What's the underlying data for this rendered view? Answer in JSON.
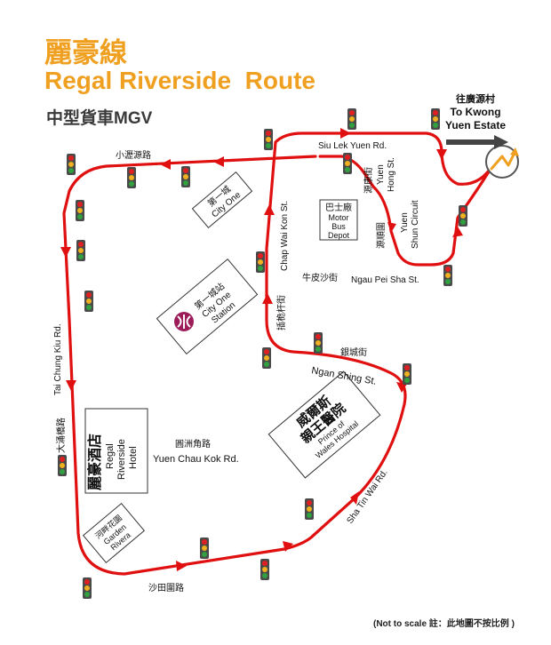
{
  "title": {
    "zh": "麗豪線",
    "en": "Regal Riverside  Route",
    "vehicle": "中型貨車MGV"
  },
  "colors": {
    "route": "#e01010",
    "title": "#f0a020",
    "mtr": "#9c1d5a"
  },
  "destination": {
    "zh": "往廣源村",
    "en1": "To Kwong",
    "en2": "Yuen Estate"
  },
  "roads": {
    "siu_lek_yuen_zh": "小瀝源路",
    "siu_lek_yuen_en": "Siu Lek Yuen Rd.",
    "tai_chung_kiu_en": "Tai Chung Kiu Rd.",
    "tai_chung_kiu_zh": "大涌橋路",
    "chap_wai_kon_en": "Chap Wai Kon St.",
    "chap_wai_kon_zh": "插桅杆街",
    "yuen_hong_zh": "源康街",
    "yuen_hong_en1": "Yuen",
    "yuen_hong_en2": "Hong St.",
    "yuen_shun_zh": "源順圍",
    "yuen_shun_en1": "Yuen",
    "yuen_shun_en2": "Shun Circuit",
    "ngau_pei_sha_zh": "牛皮沙街",
    "ngau_pei_sha_en": "Ngau Pei Sha St.",
    "ngan_shing_zh": "銀城街",
    "ngan_shing_en": "Ngan Shing St.",
    "yuen_chau_kok_zh": "圓洲角路",
    "yuen_chau_kok_en": "Yuen Chau Kok Rd.",
    "sha_tin_wai_en": "Sha Tin Wai Rd.",
    "sha_tin_wai_zh": "沙田圍路"
  },
  "places": {
    "city_one_zh": "第一城",
    "city_one_en": "City One",
    "station_zh": "第一城站",
    "station_en1": "City One",
    "station_en2": "Station",
    "depot_zh": "巴士廠",
    "depot_en1": "Motor",
    "depot_en2": "Bus",
    "depot_en3": "Depot",
    "hotel_zh": "麗豪酒店",
    "hotel_en1": "Regal",
    "hotel_en2": "Riverside",
    "hotel_en3": "Hotel",
    "garden_zh": "河畔花園",
    "garden_en1": "Garden",
    "garden_en2": "Rivera",
    "hospital_zh1": "威爾斯",
    "hospital_zh2": "親王醫院",
    "hospital_en1": "Prince of",
    "hospital_en2": "Wales Hospital"
  },
  "footnote": "(Not to scale 註：此地圖不按比例 )"
}
